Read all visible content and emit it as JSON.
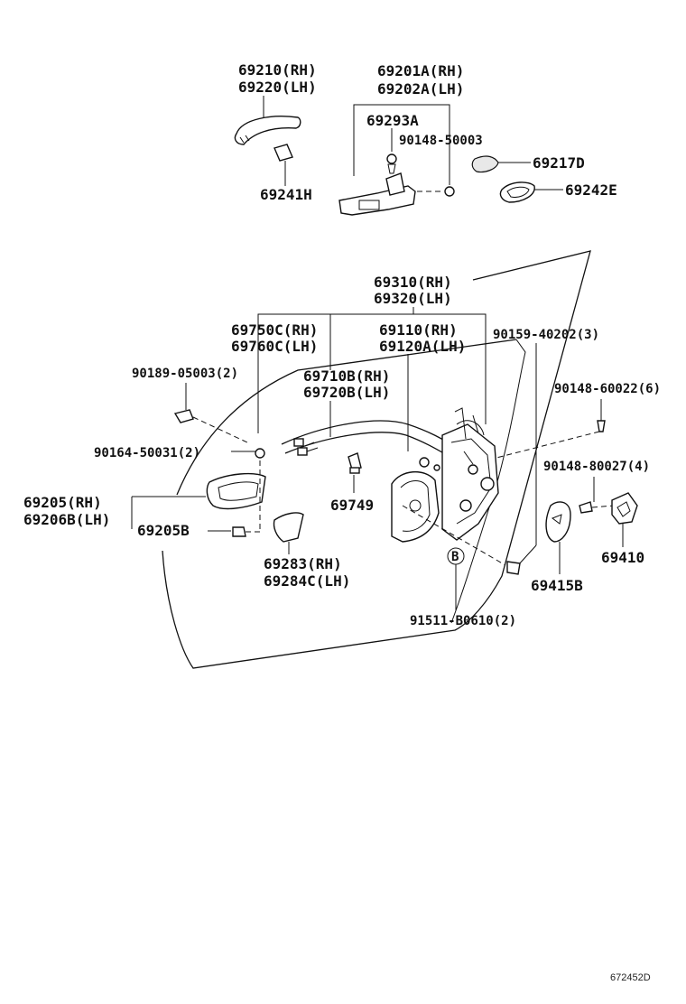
{
  "labels": {
    "p69210": "69210(RH)",
    "p69220": "69220(LH)",
    "p69201": "69201A(RH)",
    "p69202": "69202A(LH)",
    "p69293": "69293A",
    "p9014850003": "90148-50003",
    "p69217": "69217D",
    "p69241": "69241H",
    "p69242": "69242E",
    "p69310": "69310(RH)",
    "p69320": "69320(LH)",
    "p69750": "69750C(RH)",
    "p69760": "69760C(LH)",
    "p69110": "69110(RH)",
    "p69120": "69120A(LH)",
    "p9015940202": "90159-40202(3)",
    "p9018905003": "90189-05003(2)",
    "p69710": "69710B(RH)",
    "p69720": "69720B(LH)",
    "p9014860022": "90148-60022(6)",
    "p9016450031": "90164-50031(2)",
    "p9014880027": "90148-80027(4)",
    "p69205": "69205(RH)",
    "p69206": "69206B(LH)",
    "p69749": "69749",
    "p69205b": "69205B",
    "p69410": "69410",
    "p69283": "69283(RH)",
    "p69284": "69284C(LH)",
    "p69415": "69415B",
    "p91511": "91511-B0610(2)",
    "refB": "B"
  },
  "diagram_code": "672452D"
}
